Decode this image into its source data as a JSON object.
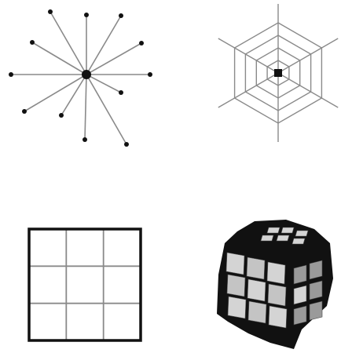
{
  "figures": [
    {
      "name": "starburst",
      "spoke_count": 12
    },
    {
      "name": "spider-web",
      "ring_count": 4
    },
    {
      "name": "three-by-three-grid",
      "rows": 3,
      "cols": 3
    },
    {
      "name": "warped-cube",
      "rows": 3,
      "cols": 3
    }
  ],
  "colors": {
    "background": "#ffffff",
    "line": "#8a8a8a",
    "dark": "#111111",
    "tile_light": "#d4d4d4",
    "tile_mid": "#9a9a9a"
  }
}
